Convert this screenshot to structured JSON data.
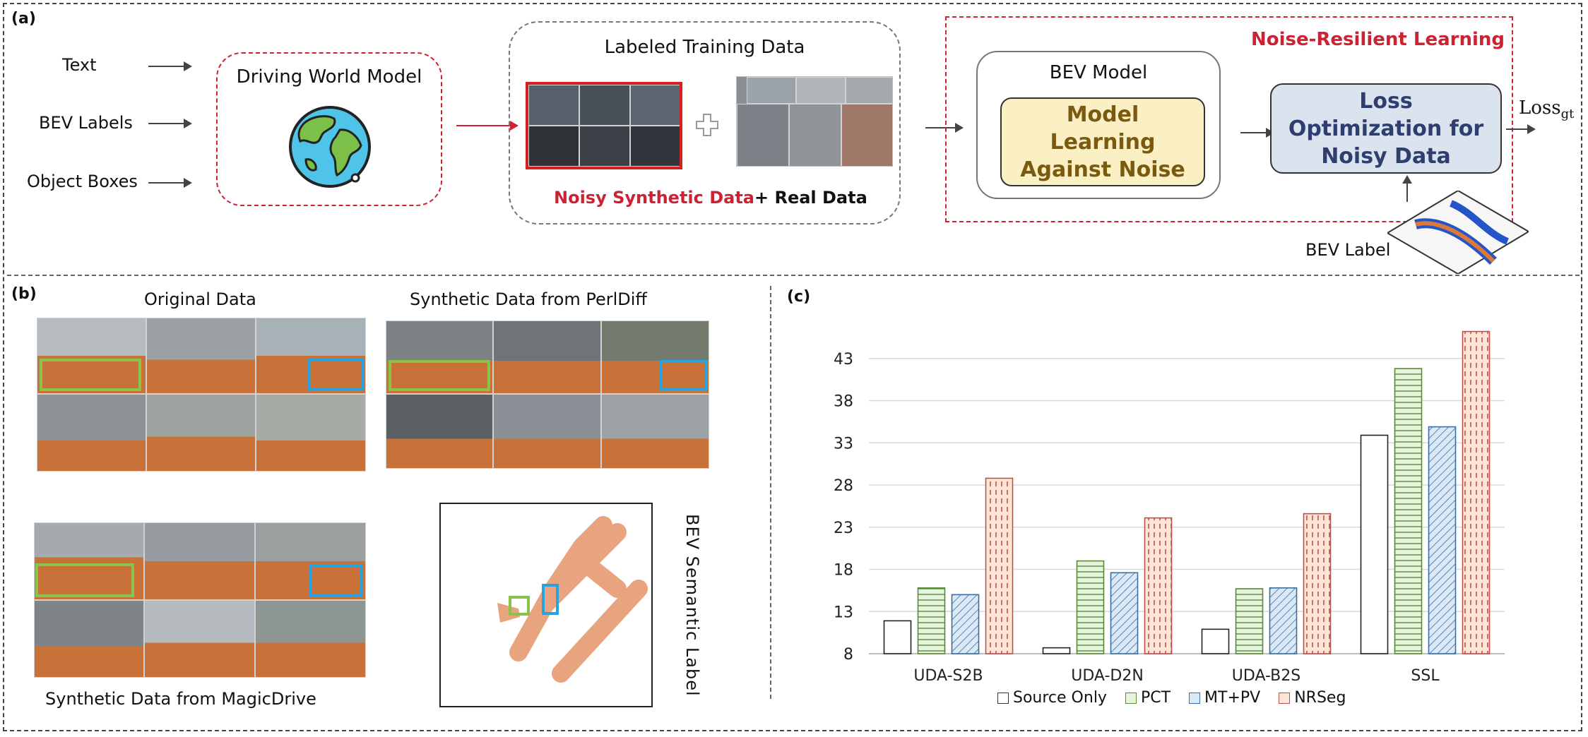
{
  "panels": {
    "a": "(a)",
    "b": "(b)",
    "c": "(c)"
  },
  "panel_a": {
    "inputs": [
      "Text",
      "BEV Labels",
      "Object Boxes"
    ],
    "world_model": "Driving World Model",
    "training_title": "Labeled Training Data",
    "noisy_label": "Noisy Synthetic Data",
    "real_label": "+ Real Data",
    "nrl_title": "Noise-Resilient Learning",
    "bev_model": "BEV Model",
    "model_learning": "Model Learning Against Noise",
    "loss_opt": "Loss Optimization for Noisy Data",
    "loss_out": "Loss",
    "loss_sub": "gt",
    "bev_label": "BEV Label"
  },
  "panel_b": {
    "original": "Original Data",
    "perldiff": "Synthetic Data from PerlDiff",
    "magicdrive": "Synthetic Data from MagicDrive",
    "bev_semantic": "BEV Semantic Label"
  },
  "colors": {
    "red_accent": "#cc2233",
    "road_overlay": "#c8723a",
    "box_green": "#8bc34a",
    "box_blue": "#29a3e0",
    "world_box_fill": "#fbefc4",
    "loss_box_fill": "#dbe3ef",
    "loss_text": "#2e3e6e",
    "model_text": "#7a5a10"
  },
  "chart_data": {
    "type": "bar",
    "categories": [
      "UDA-S2B",
      "UDA-D2N",
      "UDA-B2S",
      "SSL"
    ],
    "series": [
      {
        "name": "Source Only",
        "values": [
          11.9,
          8.7,
          10.9,
          33.9
        ]
      },
      {
        "name": "PCT",
        "values": [
          15.8,
          19.0,
          15.7,
          41.8
        ]
      },
      {
        "name": "MT+PV",
        "values": [
          15.0,
          17.6,
          15.8,
          34.9
        ]
      },
      {
        "name": "NRSeg",
        "values": [
          28.8,
          24.1,
          24.6,
          46.2
        ]
      }
    ],
    "yticks": [
      8,
      13,
      18,
      23,
      28,
      33,
      38,
      43
    ],
    "ylim": [
      8,
      47
    ],
    "grid": true,
    "legend": "bottom",
    "styles": {
      "Source Only": {
        "fill": "#ffffff",
        "hatch": "none",
        "stroke": "#222222"
      },
      "PCT": {
        "fill": "#e6f3dd",
        "hatch": "horizontal",
        "stroke": "#5a8a3a"
      },
      "MT+PV": {
        "fill": "#dbe8f6",
        "hatch": "diagonal",
        "stroke": "#3a6ea5"
      },
      "NRSeg": {
        "fill": "#fde6d5",
        "hatch": "vertical-dash",
        "stroke": "#c0504d"
      }
    }
  }
}
